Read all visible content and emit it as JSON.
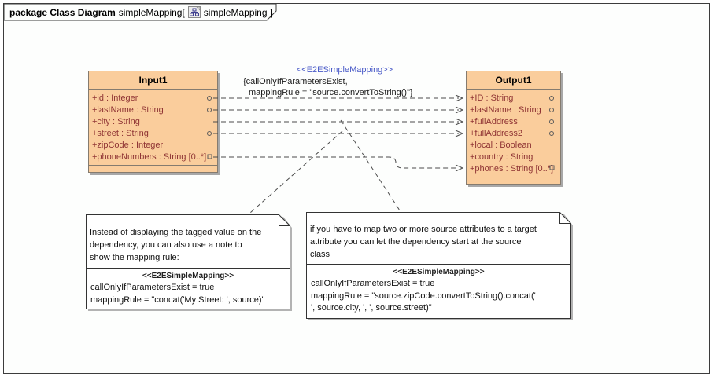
{
  "frame": {
    "header": {
      "keyword": "package Class Diagram",
      "diagram_name": "simpleMapping[",
      "icon": "class-diagram-icon",
      "frame_name": "simpleMapping",
      "closing_bracket": "]"
    }
  },
  "dependency_label": {
    "stereotype": "<<E2ESimpleMapping>>",
    "tags_line1": "{callOnlyIfParametersExist,",
    "tags_line2": "mappingRule = \"source.convertToString()\"}"
  },
  "classes": {
    "input1": {
      "title": "Input1",
      "attributes": [
        "+id : Integer",
        "+lastName : String",
        "+city : String",
        "+street : String",
        "+zipCode : Integer",
        "+phoneNumbers : String [0..*]"
      ]
    },
    "output1": {
      "title": "Output1",
      "attributes": [
        "+ID : String",
        "+lastName : String",
        "+fullAddress",
        "+fullAddress2",
        "+local : Boolean",
        "+country : String",
        "+phones : String [0..*]"
      ]
    }
  },
  "notes": {
    "left": {
      "body_lines": [
        "Instead of displaying the tagged value on the",
        "dependency, you can also use a note to",
        "show the mapping rule:"
      ],
      "stereotype": "<<E2ESimpleMapping>>",
      "tag_line1": "callOnlyIfParametersExist = true",
      "tag_line2": "mappingRule = \"concat('My Street: ', source)\""
    },
    "right": {
      "body_lines": [
        "if you have to map two or more source attributes to a target",
        "attribute you can let the dependency start at the source",
        "class"
      ],
      "stereotype": "<<E2ESimpleMapping>>",
      "tag_line1": "callOnlyIfParametersExist = true",
      "tag_line2": "mappingRule = \"source.zipCode.convertToString().concat('",
      "tag_line3": "', source.city, ', ', source.street)\""
    }
  },
  "colors": {
    "class_fill": "#FACD9C",
    "class_border": "#857B6F",
    "attribute_text": "#8F3434",
    "stereotype_blue": "#4A5BC8",
    "line": "#4A4A4A"
  }
}
